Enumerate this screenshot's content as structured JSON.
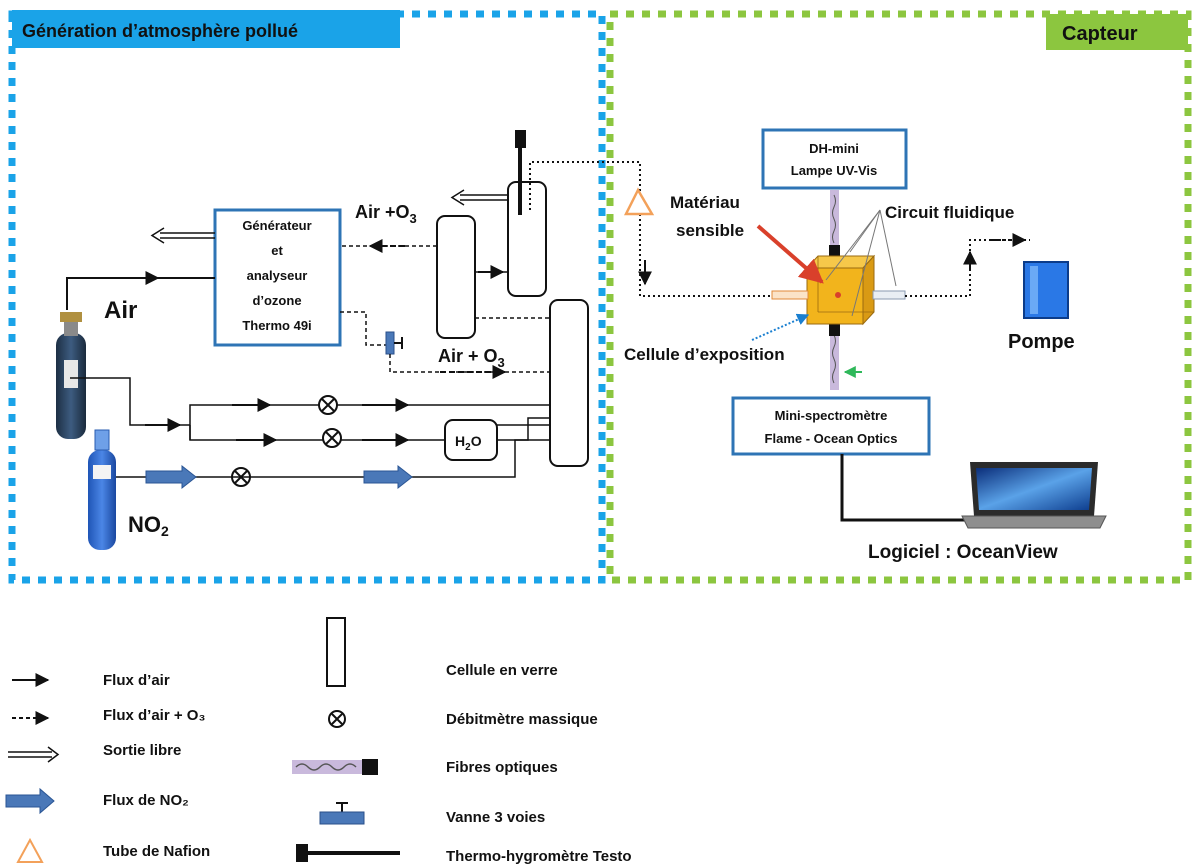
{
  "sections": {
    "pollution": {
      "title": "Génération d’atmosphère pollué",
      "color": "#1aa3e8"
    },
    "sensor": {
      "title": "Capteur",
      "color": "#8cc63f"
    }
  },
  "labels": {
    "generator": [
      "Générateur",
      "et",
      "analyseur",
      "d’ozone",
      "Thermo 49i"
    ],
    "air_o3_top_prefix": "Air +O",
    "air_o3_top_sub": "3",
    "air_o3_mid_prefix": "Air + O",
    "air_o3_mid_sub": "3",
    "air": "Air",
    "no2_prefix": "NO",
    "no2_sub": "2",
    "h2o_prefix": "H",
    "h2o_sub": "2",
    "h2o_suffix": "O",
    "lamp": [
      "DH-mini",
      "Lampe UV-Vis"
    ],
    "material": [
      "Matériau",
      "sensible"
    ],
    "fluidic": "Circuit fluidique",
    "exposure_cell": "Cellule d’exposition",
    "pump": "Pompe",
    "spectrometer": [
      "Mini-spectromètre",
      "Flame - Ocean Optics"
    ],
    "software": "Logiciel : OceanView"
  },
  "legend": {
    "air_flow": "Flux d’air",
    "air_o3_flow": "Flux d’air + O₃",
    "free_exit": "Sortie libre",
    "no2_flow": "Flux de NO₂",
    "nafion": "Tube de Nafion",
    "glass_cell": "Cellule en verre",
    "mass_flowmeter": "Débitmètre massique",
    "optical_fibers": "Fibres optiques",
    "valve": "Vanne 3 voies",
    "thermo_hygrometer": "Thermo-hygromètre Testo"
  },
  "colors": {
    "accent_blue": "#1aa3e8",
    "accent_green": "#8cc63f",
    "box_border": "#2e74b5",
    "no2_arrow": "#4a78b8",
    "nafion": "#f3a15a",
    "cube": "#f2b41c",
    "red_arrow": "#d9402b"
  },
  "icons": [
    "gas-cylinder-icon",
    "laptop-icon",
    "pump-icon",
    "flowmeter-icon",
    "valve-icon",
    "nafion-icon",
    "optical-fiber-icon",
    "thermo-hygrometer-icon"
  ]
}
